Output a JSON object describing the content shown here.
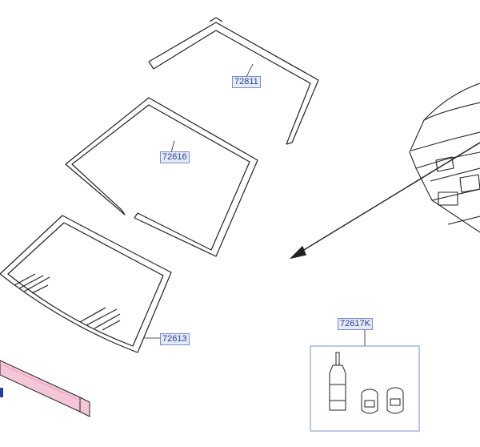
{
  "parts": {
    "moulding": {
      "number": "72811"
    },
    "dam": {
      "number": "72616"
    },
    "windshield_glass": {
      "number": "72613"
    },
    "adhesive_kit": {
      "number": "72617K"
    }
  },
  "colors": {
    "line": "#222222",
    "label_text": "#2a3f8f",
    "label_bg": "#e4e9f6",
    "label_border": "#7d8fc4",
    "highlight": "#e8a0c0",
    "kit_box": "#8fa3c8"
  },
  "icons": {
    "arrow": "leader-arrow-icon",
    "bottle": "adhesive-bottle-icon",
    "primer": "primer-cap-icon"
  }
}
